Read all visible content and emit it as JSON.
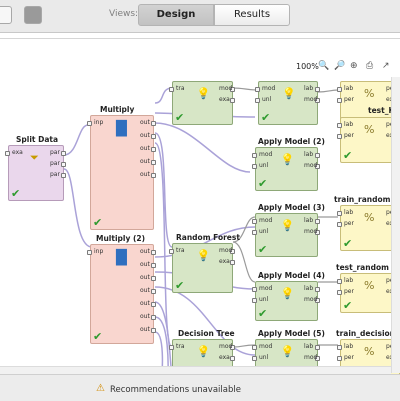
{
  "toolbar": {
    "views_label": "Views:",
    "design_label": "Design",
    "results_label": "Results"
  },
  "zoom": {
    "level": "100%",
    "icons": [
      "zoom-in-icon",
      "zoom-out-icon",
      "zoom-fit-icon",
      "print-icon",
      "export-icon"
    ]
  },
  "operators": [
    {
      "id": "split-data",
      "title": "Split Data",
      "color": "#ead7ec",
      "ports_in": [
        "exa"
      ],
      "ports_out": [
        "par",
        "par",
        "par"
      ]
    },
    {
      "id": "multiply",
      "title": "Multiply",
      "color": "#f9d6cf",
      "ports_in": [
        "inp"
      ],
      "ports_out": [
        "out",
        "out",
        "out",
        "out",
        "out"
      ]
    },
    {
      "id": "multiply-2",
      "title": "Multiply (2)",
      "color": "#f9d6cf",
      "ports_in": [
        "inp"
      ],
      "ports_out": [
        "out",
        "out",
        "out",
        "out",
        "out",
        "out",
        "out"
      ]
    },
    {
      "id": "model-top",
      "title": "",
      "color": "#d7e6c6",
      "ports_in": [
        "tra"
      ],
      "ports_out": [
        "mod",
        "exa"
      ]
    },
    {
      "id": "apply-model-top",
      "title": "",
      "color": "#d7e6c6",
      "ports_in": [
        "mod",
        "unl"
      ],
      "ports_out": [
        "lab",
        "mod"
      ]
    },
    {
      "id": "test-knn",
      "title": "test_KNN",
      "color": "#fdf7c7",
      "ports_in": [
        "lab",
        "per"
      ],
      "ports_out": [
        "per",
        "exa"
      ]
    },
    {
      "id": "apply-model-2",
      "title": "Apply Model (2)",
      "color": "#d7e6c6",
      "ports_in": [
        "mod",
        "unl"
      ],
      "ports_out": [
        "lab",
        "mod"
      ]
    },
    {
      "id": "perf-2",
      "title": "",
      "color": "#fdf7c7",
      "ports_in": [
        "lab",
        "per"
      ],
      "ports_out": [
        "per",
        "exa"
      ]
    },
    {
      "id": "random-forest",
      "title": "Random Forest",
      "color": "#d7e6c6",
      "ports_in": [
        "tra"
      ],
      "ports_out": [
        "mod",
        "exa"
      ]
    },
    {
      "id": "apply-model-3",
      "title": "Apply Model (3)",
      "color": "#d7e6c6",
      "ports_in": [
        "mod",
        "unl"
      ],
      "ports_out": [
        "lab",
        "mod"
      ]
    },
    {
      "id": "train-random-forest",
      "title": "train_random fores",
      "color": "#fdf7c7",
      "ports_in": [
        "lab",
        "per"
      ],
      "ports_out": [
        "per",
        "exa"
      ]
    },
    {
      "id": "apply-model-4",
      "title": "Apply Model (4)",
      "color": "#d7e6c6",
      "ports_in": [
        "mod",
        "unl"
      ],
      "ports_out": [
        "lab",
        "mod"
      ]
    },
    {
      "id": "test-random-forest",
      "title": "test_random fores",
      "color": "#fdf7c7",
      "ports_in": [
        "lab",
        "per"
      ],
      "ports_out": [
        "per",
        "exa"
      ]
    },
    {
      "id": "decision-tree",
      "title": "Decision Tree",
      "color": "#d7e6c6",
      "ports_in": [
        "tra"
      ],
      "ports_out": [
        "mod",
        "exa"
      ]
    },
    {
      "id": "apply-model-5",
      "title": "Apply Model (5)",
      "color": "#d7e6c6",
      "ports_in": [
        "mod",
        "unl"
      ],
      "ports_out": [
        "lab",
        "mod"
      ]
    },
    {
      "id": "train-decision-tree",
      "title": "train_decision tree",
      "color": "#fdf7c7",
      "ports_in": [
        "lab",
        "per"
      ],
      "ports_out": [
        "per",
        "exa"
      ]
    }
  ],
  "status": {
    "text": "Recommendations unavailable",
    "icon": "warning-icon"
  }
}
